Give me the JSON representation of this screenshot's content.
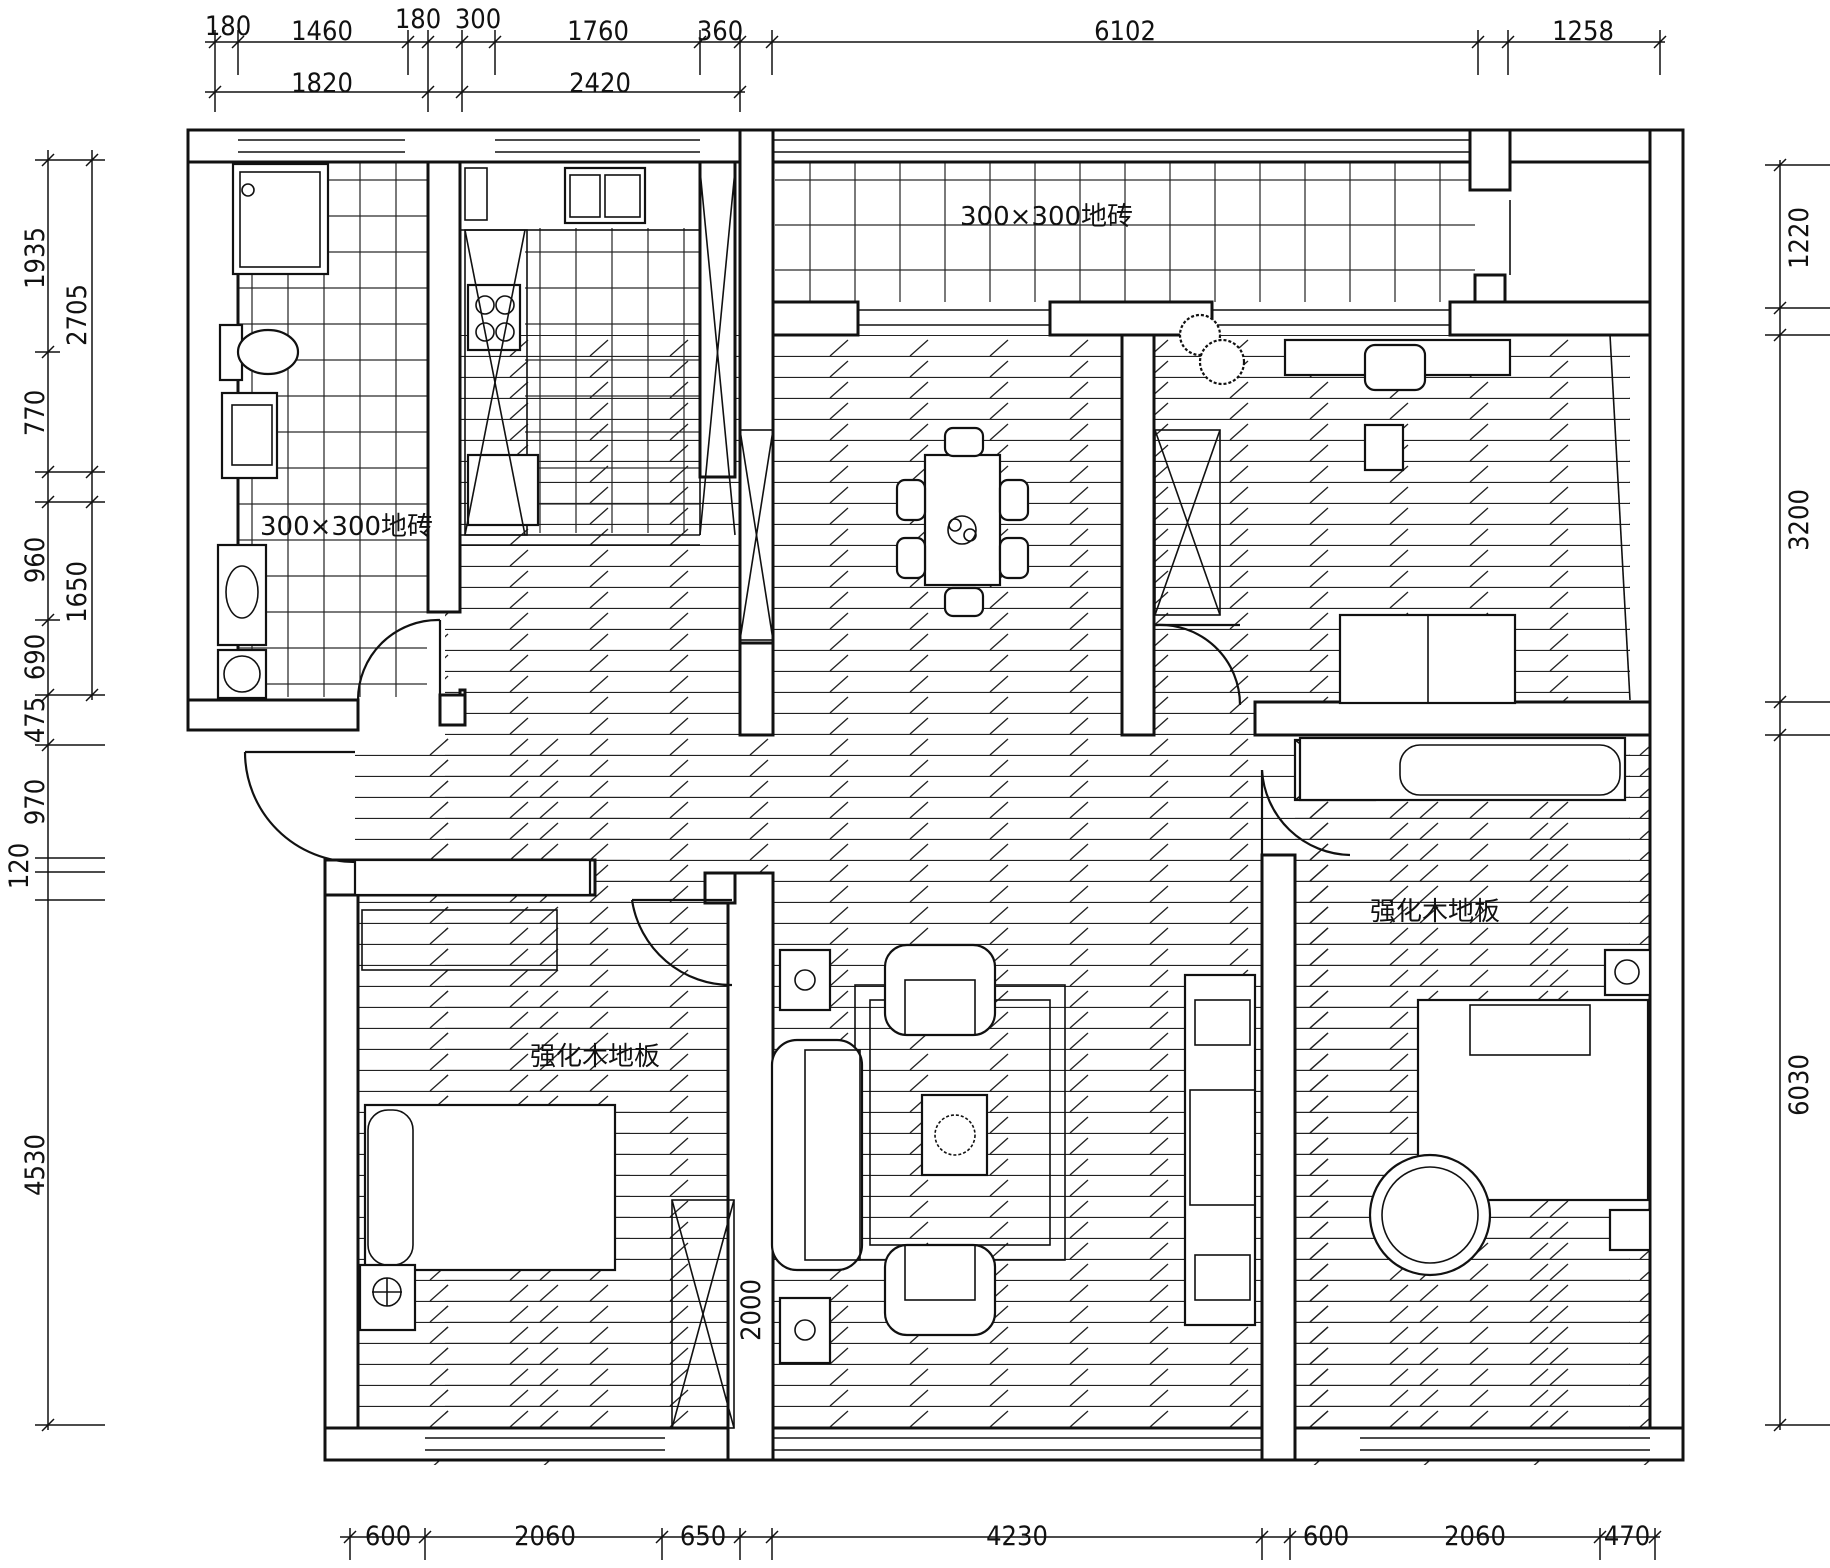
{
  "top_dimensions_row1": [
    "180",
    "1460",
    "180",
    "300",
    "1760",
    "360",
    "6102",
    "1258"
  ],
  "top_dimensions_row2": [
    "1820",
    "2420"
  ],
  "bottom_dimensions": [
    "600",
    "2060",
    "650",
    "4230",
    "600",
    "2060",
    "470"
  ],
  "left_dimensions_inner": [
    "1935",
    "770",
    "960",
    "690",
    "475",
    "970",
    "120"
  ],
  "left_dimensions_outer": [
    "2705",
    "1650",
    "4530"
  ],
  "right_dimensions": [
    "1220",
    "3200",
    "6030"
  ],
  "room_labels": {
    "bathroom_tile": "300×300地砖",
    "balcony_tile": "300×300地砖",
    "bedroom_left": "强化木地板",
    "bedroom_right": "强化木地板"
  },
  "annotations": {
    "wardrobe_length": "2000"
  }
}
